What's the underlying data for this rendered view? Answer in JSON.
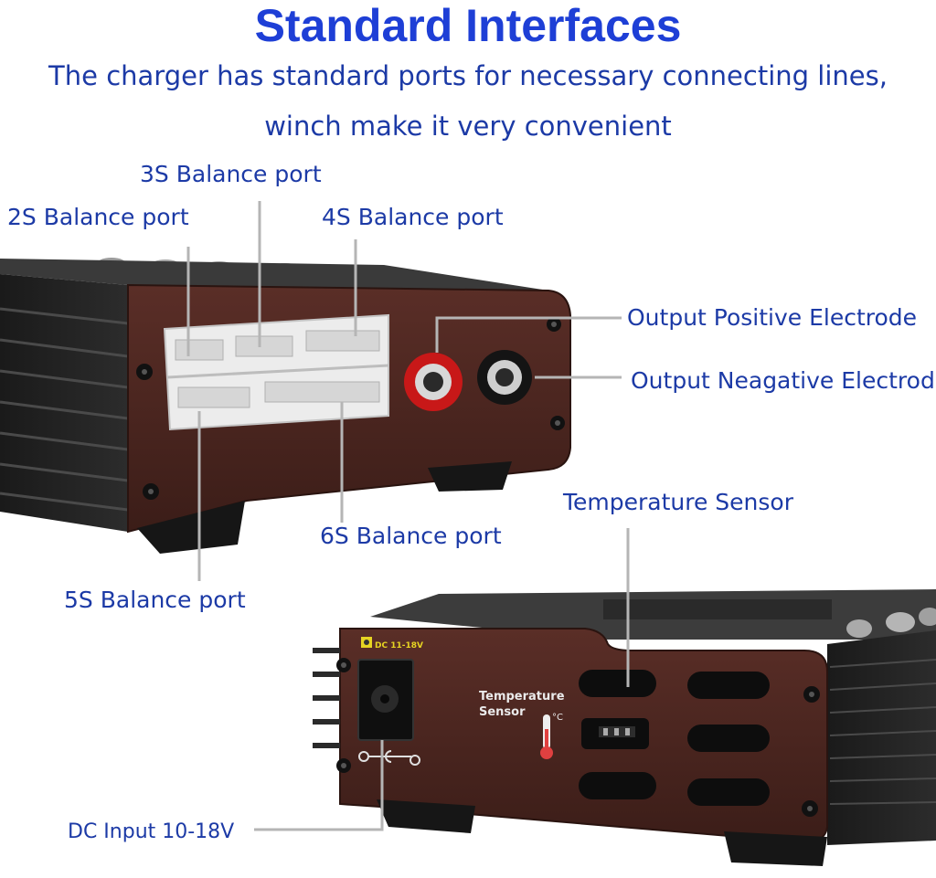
{
  "heading": {
    "title": "Standard Interfaces",
    "line1": "The charger has standard ports for necessary connecting lines,",
    "line2": "winch make it very convenient"
  },
  "labels": {
    "port_3s": "3S Balance port",
    "port_2s": "2S Balance port",
    "port_4s": "4S Balance port",
    "output_positive": "Output Positive Electrode",
    "output_negative": "Output Neagative Electrode",
    "temperature_sensor": "Temperature Sensor",
    "port_6s": "6S Balance port",
    "port_5s": "5S Balance port",
    "dc_input": "DC Input 10-18V"
  },
  "device_markings": {
    "dc_rating": "DC 11-18V",
    "temp_line1": "Temperature",
    "temp_line2": "Sensor",
    "temp_unit": "°C"
  },
  "colors": {
    "title_blue": "#1e3fd6",
    "label_blue": "#1c3aa6",
    "case_brown": "#4a2620",
    "leader_gray": "#b5b5b5"
  }
}
